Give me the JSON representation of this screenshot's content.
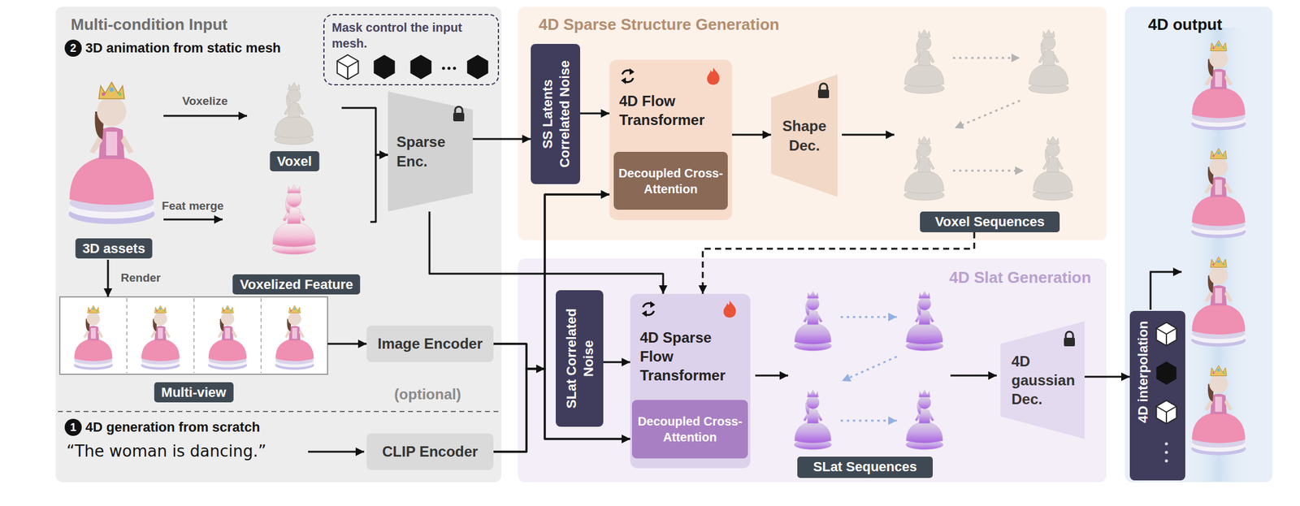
{
  "diagram": {
    "nodes": [
      {
        "text": [
          "Multi-condition Input"
        ]
      },
      {
        "text": [
          "2"
        ],
        "in": 0
      },
      {
        "text": [
          "Mask control the input mesh."
        ],
        "in": 0
      },
      {
        "text": [
          "3D assets"
        ],
        "in": 0
      },
      {
        "text": [
          "Voxel"
        ],
        "in": 0
      },
      {
        "text": [
          "Voxelized Feature"
        ],
        "in": 0
      },
      {
        "text": [
          "Sparse Enc."
        ],
        "in": 0
      },
      {
        "text": [
          "Multi-view"
        ],
        "in": 0
      },
      {
        "text": [
          "Image Encoder"
        ],
        "in": 0
      },
      {
        "text": [
          "1"
        ],
        "in": 0
      },
      {
        "text": [
          "CLIP Encoder"
        ],
        "in": 0
      },
      {
        "text": [
          "4D Sparse Structure Generation"
        ]
      },
      {
        "text": [
          "SS Latents Correlated Noise"
        ],
        "in": 11
      },
      {
        "text": [
          "4D Flow Transformer"
        ],
        "in": 11
      },
      {
        "text": [
          "Decoupled Cross-Attention"
        ],
        "in": 13
      },
      {
        "text": [
          "Shape Dec."
        ],
        "in": 11
      },
      {
        "text": [
          "Voxel Sequences"
        ],
        "in": 11
      },
      {
        "text": [
          "4D Slat Generation"
        ]
      },
      {
        "text": [
          "SLat Correlated Noise"
        ],
        "in": 17
      },
      {
        "text": [
          "4D Sparse Flow Transformer"
        ],
        "in": 17
      },
      {
        "text": [
          "Decoupled Cross-Attention"
        ],
        "in": 19
      },
      {
        "text": [
          "SLat Sequences"
        ],
        "in": 17
      },
      {
        "text": [
          "4D gaussian Dec."
        ],
        "in": 17
      },
      {
        "text": [
          "4D output"
        ]
      },
      {
        "text": [
          "4D interpolation"
        ],
        "in": 23
      }
    ],
    "edges": [
      {
        "from": 3,
        "to": 4,
        "label": "Voxelize",
        "arrow": "to"
      },
      {
        "from": 3,
        "to": 5,
        "label": "Feat merge",
        "arrow": "to"
      },
      {
        "from": 3,
        "to": 7,
        "label": "Render",
        "arrow": "to"
      },
      {
        "from": 4,
        "to": 6,
        "arrow": "to"
      },
      {
        "from": 5,
        "to": 6,
        "arrow": "to"
      },
      {
        "from": 7,
        "to": 8,
        "arrow": "to"
      },
      {
        "from": 6,
        "to": 12,
        "arrow": "to"
      },
      {
        "from": 6,
        "to": 19,
        "arrow": "to"
      },
      {
        "from": 8,
        "to": 13,
        "arrow": "to"
      },
      {
        "from": 8,
        "to": 19,
        "arrow": "to"
      },
      {
        "from": 10,
        "to": 13,
        "arrow": "to"
      },
      {
        "from": 10,
        "to": 19,
        "arrow": "to"
      },
      {
        "from": 12,
        "to": 13,
        "arrow": "to"
      },
      {
        "from": 13,
        "to": 15,
        "arrow": "to"
      },
      {
        "from": 16,
        "to": 19,
        "arrow": "to"
      },
      {
        "from": 18,
        "to": 19,
        "arrow": "to"
      },
      {
        "from": 22,
        "to": 24,
        "arrow": "to"
      }
    ],
    "labels": [
      "3D animation from static mesh",
      "(optional)",
      "4D generation from scratch",
      "“The woman is dancing.”"
    ]
  }
}
